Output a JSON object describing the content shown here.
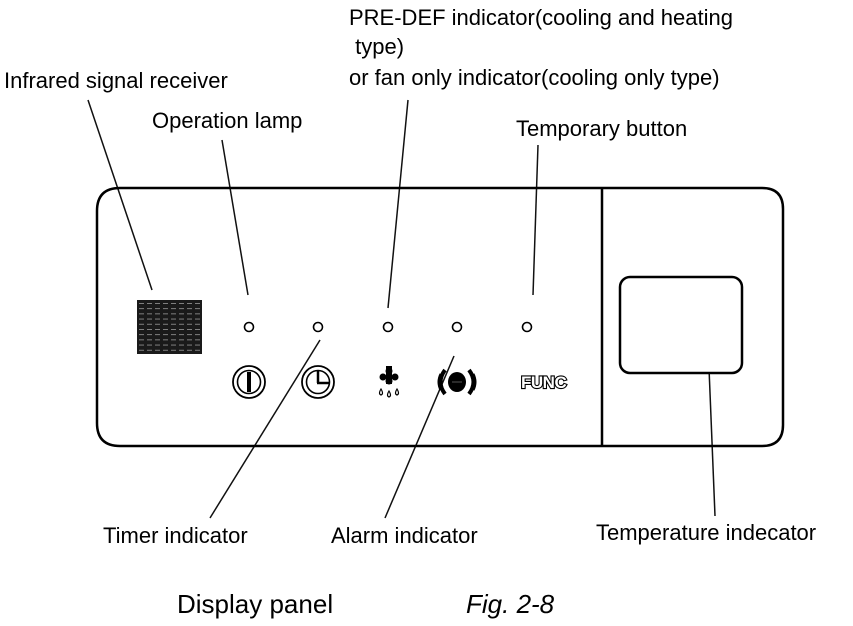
{
  "figure": {
    "caption": "Display panel",
    "figure_number": "Fig. 2-8"
  },
  "labels": {
    "infrared_receiver": "Infrared signal receiver",
    "operation_lamp": "Operation lamp",
    "pre_def_line1": "PRE-DEF indicator(cooling and heating",
    "pre_def_line2": " type)",
    "pre_def_line3": "or fan only indicator(cooling only type)",
    "temporary_button": "Temporary button",
    "timer_indicator": "Timer indicator",
    "alarm_indicator": "Alarm indicator",
    "temperature_indicator": "Temperature indecator"
  },
  "panel": {
    "func_label": "FUNC",
    "icons": [
      "power-icon",
      "timer-clock-icon",
      "defrost-icon",
      "alarm-icon",
      "func-text-icon"
    ]
  }
}
